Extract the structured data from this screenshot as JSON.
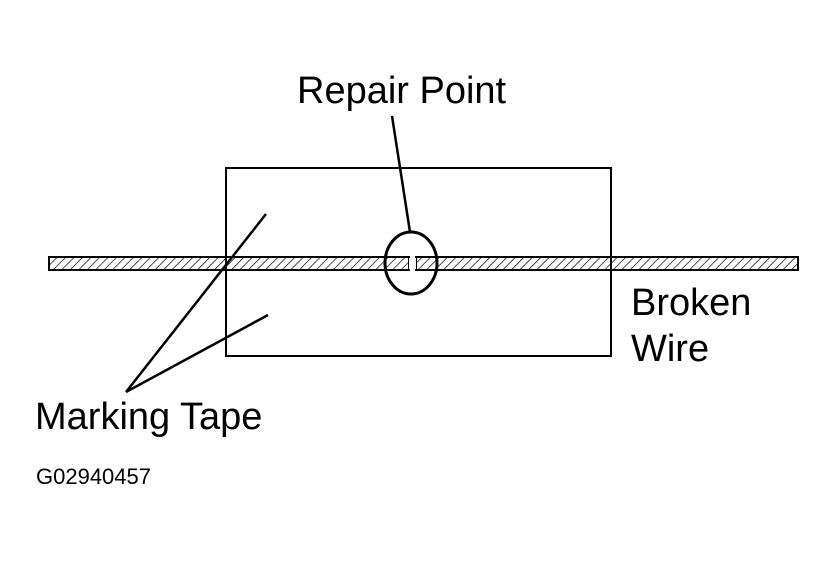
{
  "labels": {
    "repair_point": "Repair Point",
    "broken_wire_line1": "Broken",
    "broken_wire_line2": "Wire",
    "marking_tape": "Marking Tape",
    "figure_code": "G02940457"
  },
  "colors": {
    "ink": "#000000",
    "background": "#ffffff"
  }
}
